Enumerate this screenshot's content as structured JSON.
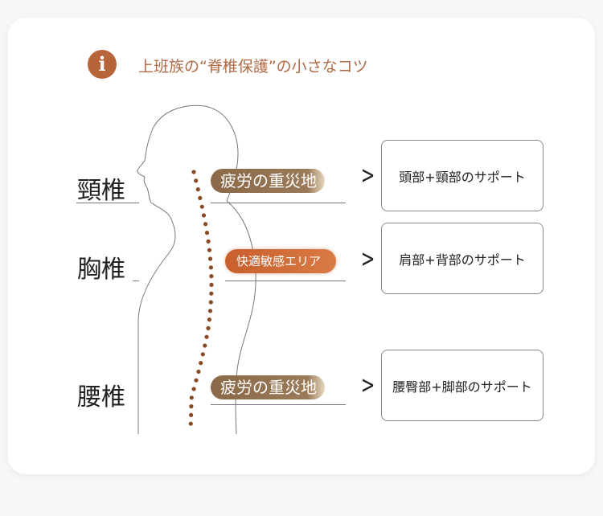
{
  "header": {
    "icon": "info-icon",
    "title": "上班族の“脊椎保護”の小さなコツ",
    "accent": "#b8643a"
  },
  "sections": [
    {
      "label": "頸椎",
      "tag": "疲労の重災地",
      "result": "頭部+頸部のサポート"
    },
    {
      "label": "胸椎",
      "tag": "快適敏感エリア",
      "result": "肩部+背部のサポート"
    },
    {
      "label": "腰椎",
      "tag": "疲労の重災地",
      "result": "腰臀部+脚部のサポート"
    }
  ]
}
